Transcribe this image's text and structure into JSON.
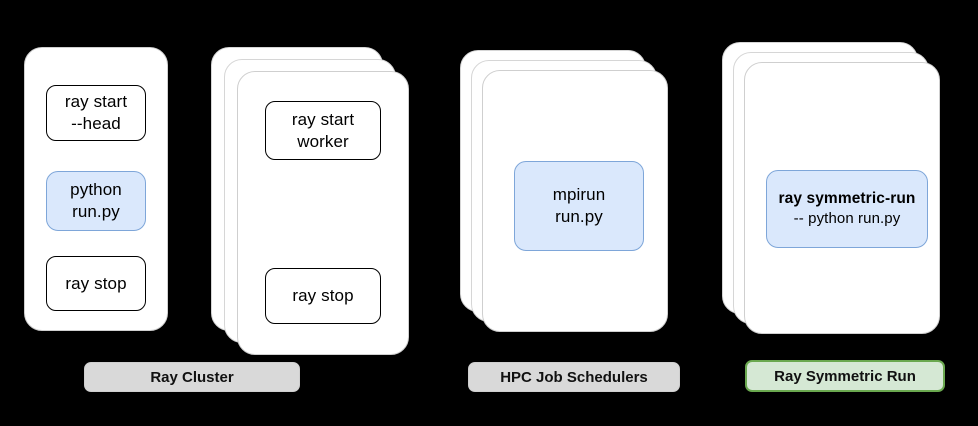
{
  "diagram": {
    "title": "Ray Symmetric Run vs Ray Cluster vs HPC Job Schedulers",
    "background_color": "#000000",
    "accent_blue_fill": "#dae8fc",
    "accent_blue_stroke": "#7ea6d9",
    "label_gray_fill": "#d9d9d9",
    "label_green_fill": "#d5e8d4",
    "label_green_stroke": "#6aa84f"
  },
  "groups": [
    {
      "id": "ray-cluster",
      "label": "Ray Cluster",
      "label_style": "gray",
      "nodes": [
        {
          "id": "head-node",
          "stack_count": 1,
          "commands": [
            {
              "id": "ray-start-head",
              "highlight": false,
              "lines": [
                "ray start",
                "--head"
              ]
            },
            {
              "id": "python-run-py",
              "highlight": true,
              "lines": [
                "python",
                "run.py"
              ]
            },
            {
              "id": "ray-stop-head",
              "highlight": false,
              "lines": [
                "ray stop"
              ]
            }
          ]
        },
        {
          "id": "worker-nodes",
          "stack_count": 3,
          "commands": [
            {
              "id": "ray-start-worker",
              "highlight": false,
              "lines": [
                "ray start",
                "worker"
              ]
            },
            {
              "id": "ray-stop-worker",
              "highlight": false,
              "lines": [
                "ray stop"
              ]
            }
          ]
        }
      ]
    },
    {
      "id": "hpc-job-schedulers",
      "label": "HPC Job Schedulers",
      "label_style": "gray",
      "nodes": [
        {
          "id": "hpc-nodes",
          "stack_count": 3,
          "commands": [
            {
              "id": "mpirun-run-py",
              "highlight": true,
              "lines": [
                "mpirun",
                "run.py"
              ]
            }
          ]
        }
      ]
    },
    {
      "id": "ray-symmetric-run",
      "label": "Ray Symmetric Run",
      "label_style": "green",
      "nodes": [
        {
          "id": "symmetric-nodes",
          "stack_count": 3,
          "commands": [
            {
              "id": "ray-symmetric-run-cmd",
              "highlight": true,
              "lines": [
                "ray symmetric-run",
                "-- python run.py"
              ]
            }
          ]
        }
      ]
    }
  ],
  "text": {
    "ray_start_head_l1": "ray start",
    "ray_start_head_l2": "--head",
    "python_l1": "python",
    "python_l2": "run.py",
    "ray_stop_head": "ray stop",
    "ray_start_worker_l1": "ray start",
    "ray_start_worker_l2": "worker",
    "ray_stop_worker": "ray stop",
    "mpirun_l1": "mpirun",
    "mpirun_l2": "run.py",
    "symmetric_l1": "ray symmetric-run",
    "symmetric_l2": "-- python run.py",
    "label_ray_cluster": "Ray Cluster",
    "label_hpc": "HPC Job Schedulers",
    "label_symmetric": "Ray Symmetric Run"
  }
}
